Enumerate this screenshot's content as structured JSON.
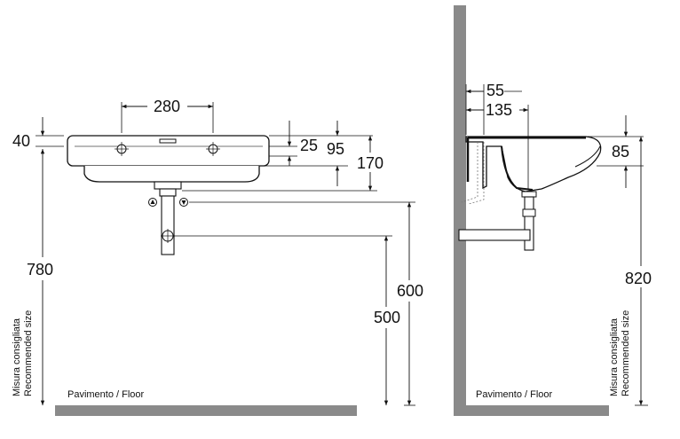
{
  "front_view": {
    "dim_width_holes": "280",
    "dim_rim_top": "40",
    "dim_rim_height": "25",
    "dim_basin_depth": "95",
    "dim_total_height": "170",
    "dim_floor_to_rim": "780",
    "dim_floor_to_waste": "600",
    "dim_floor_to_trap": "500",
    "recommended_it": "Misura consigliata",
    "recommended_en": "Recommended size",
    "floor_label": "Pavimento / Floor"
  },
  "side_view": {
    "dim_wall_to_hole": "55",
    "dim_wall_to_waste": "135",
    "dim_overflow": "85",
    "dim_floor_to_rim": "820",
    "recommended_it": "Misura consigliata",
    "recommended_en": "Recommended size",
    "floor_label": "Pavimento / Floor"
  }
}
